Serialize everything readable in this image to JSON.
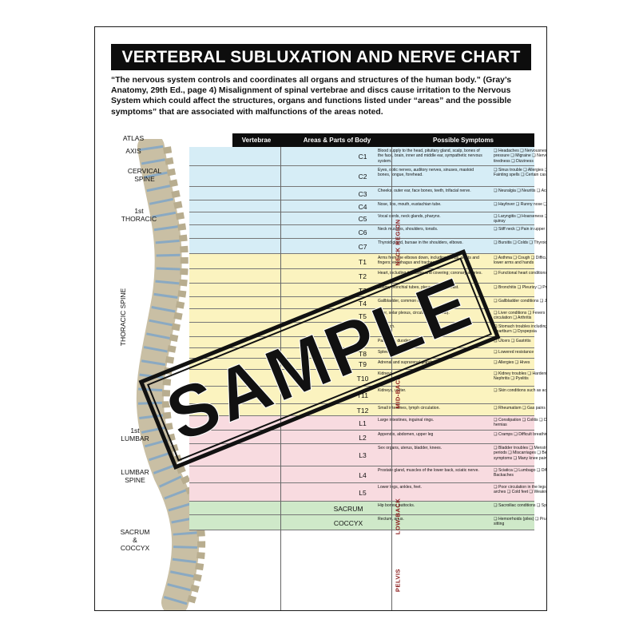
{
  "title": "VERTEBRAL SUBLUXATION AND NERVE CHART",
  "intro": "“The nervous system controls and coordinates all organs and structures of the human body.” (Gray’s Anatomy, 29th Ed., page 4) Misalignment of spinal vertebrae and discs cause irritation to the Nervous System which could affect the structures, organs and functions listed under “areas” and the possible symptoms” that are associated with malfunctions of the areas noted.",
  "headers": {
    "vertebrae": "Vertebrae",
    "areas": "Areas & Parts of Body",
    "symptoms": "Possible Symptoms"
  },
  "spine_labels": {
    "atlas": "ATLAS",
    "axis": "AXIS",
    "cervical": "CERVICAL\nSPINE",
    "thoracic1": "1st\nTHORACIC",
    "thoracic": "THORACIC SPINE",
    "lumbar1": "1st\nLUMBAR",
    "lumbar": "LUMBAR\nSPINE",
    "sacrum": "SACRUM\n&\nCOCCYX"
  },
  "regions": {
    "neck": "NECK REGION",
    "mid": "MID-BACK",
    "low": "LOW-BACK",
    "pelvis": "PELVIS"
  },
  "colors": {
    "neck": "#d6edf6",
    "mid": "#fbf3bf",
    "low": "#f8dbe0",
    "pelvis": "#cfe9c9",
    "header": "#0d0d0d",
    "region_text": "#8b1a1a"
  },
  "rows": [
    {
      "v": "C1",
      "area": "Blood supply to the head, pituitary gland, scalp, bones of the face, brain, inner and middle ear, sympathetic nervous system.",
      "sym": "❑ Headaches ❑ Nervousness ❑ Insomnia ❑ Headcolds ❑ High blood pressure ❑ Migraine ❑ Nervous breakdowns ❑ Amnesia ❑ Chronic tiredness ❑ Dizziness"
    },
    {
      "v": "C2",
      "area": "Eyes, optic nerves, auditory nerves, sinuses, mastoid bones, tongue, forehead.",
      "sym": "❑ Sinus trouble ❑ Allergies ❑ Pain around the eyeballs ❑ Earache ❑ Fainting spells ❑ Certain cases of blindness ❑ Crossed eyes ❑ Deafness"
    },
    {
      "v": "C3",
      "area": "Cheeks, outer ear, face bones, teeth, trifacial nerve.",
      "sym": "❑ Neuralgia ❑ Neuritis ❑ Acne or pimples ❑ Eczema"
    },
    {
      "v": "C4",
      "area": "Nose, lips, mouth, eustachian tube.",
      "sym": "❑ Hayfover ❑ Runny nose ❑ Hearing loss ❑ Adenoids"
    },
    {
      "v": "C5",
      "area": "Vocal cords, neck glands, pharynx.",
      "sym": "❑ Laryngitis ❑ Hoarseness ❑ Throat conditions such as sore throat or quinsy"
    },
    {
      "v": "C6",
      "area": "Neck muscles, shoulders, tonsils.",
      "sym": "❑ Stiff neck ❑ Pain in upper arm ❑ Tonsillitis ❑ Whooping cough ❑ Croup"
    },
    {
      "v": "C7",
      "area": "Thyroid gland, bursae in the shoulders, elbows.",
      "sym": "❑ Bursitis ❑ Colds ❑ Thyroid conditions"
    },
    {
      "v": "T1",
      "area": "Arms from the elbows down, including hands, wrists and fingers; esophagus and trachea.",
      "sym": "❑ Asthma ❑ Cough ❑ Difficult breathing ❑ Shortness of breath ❑ Pain in lower arms and hands"
    },
    {
      "v": "T2",
      "area": "Heart, including its valves and covering; coronary arteries.",
      "sym": "❑ Functional heart conditions and certain chest conditions"
    },
    {
      "v": "T3",
      "area": "Lungs, bronchial tubes, pleura, chest, breast.",
      "sym": "❑ Bronchitis ❑ Pleurisy ❑ Pneumonia ❑ Congestion ❑ Influenza"
    },
    {
      "v": "T4",
      "area": "Gallbladder, common duct.",
      "sym": "❑ Gallbladder conditions ❑ Jaundice ❑ Shingles"
    },
    {
      "v": "T5",
      "area": "Liver, solar plexus, circulation (general).",
      "sym": "❑ Liver conditions ❑ Fevers ❑ Blood pressure problems ❑ Poor circulation ❑ Arthritis"
    },
    {
      "v": "T6",
      "area": "Stomach.",
      "sym": "❑ Stomach troubles including: ❑ Nervous stomach ❑ Indigestion ❑ Heartburn ❑ Dyspepsia"
    },
    {
      "v": "T7",
      "area": "Pancreas, duodenum.",
      "sym": "❑ Ulcers ❑ Gastritis"
    },
    {
      "v": "T8",
      "area": "Spleen.",
      "sym": "❑ Lowered resistance"
    },
    {
      "v": "T9",
      "area": "Adrenal and suprarenal glands.",
      "sym": "❑ Allergies ❑ Hives"
    },
    {
      "v": "T10",
      "area": "Kidneys.",
      "sym": "❑ Kidney troubles ❑ Hardening of the arteries ❑ Chronic tiredness ❑ Nephritis ❑ Pyelitis"
    },
    {
      "v": "T11",
      "area": "Kidneys, ureter.",
      "sym": "❑ Skin conditions such as acne ❑ Pimples ❑ Eczema ❑ Boils"
    },
    {
      "v": "T12",
      "area": "Small intestines, lymph circulation.",
      "sym": "❑ Rheumatism ❑ Gas pains ❑ Certain types of sterility"
    },
    {
      "v": "L1",
      "area": "Large intestines, inguinal rings.",
      "sym": "❑ Constipation ❑ Colitis ❑ Dysentery ❑ Diarrhea ❑ Some ruptures or hernias"
    },
    {
      "v": "L2",
      "area": "Appendix, abdomen, upper leg",
      "sym": "❑ Cramps ❑ Difficult breathing ❑ Minor varicose veins"
    },
    {
      "v": "L3",
      "area": "Sex organs, uterus, bladder, knees.",
      "sym": "❑ Bladder troubles ❑ Menstrual troubles such as painful or irregular periods ❑ Miscarriages ❑ Bed wetting ❑ Impotency ❑ Change of life symptoms ❑ Many knee pains"
    },
    {
      "v": "L4",
      "area": "Prostate gland, muscles of the lower back, sciatic nerve.",
      "sym": "❑ Sciatica ❑ Lumbago ❑ Difficult, painful or too frequent urination ❑ Backaches"
    },
    {
      "v": "L5",
      "area": "Lower legs, ankles, feet.",
      "sym": "❑ Poor circulation in the legs ❑ Swollen ankles ❑ Weak ankles and arches ❑ Cold feet ❑ Weakness in the legs ❑ Leg cramps"
    },
    {
      "v": "SACRUM",
      "area": "Hip bones, buttocks.",
      "sym": "❑ Sacroiliac conditions ❑ Spinal curvatures"
    },
    {
      "v": "COCCYX",
      "area": "Rectum, anus.",
      "sym": "❑ Hemorrhoids (piles) ❑ Pruritis (itching) ❑ Pain at the end of spine on sitting"
    }
  ],
  "watermark": "SAMPLE"
}
